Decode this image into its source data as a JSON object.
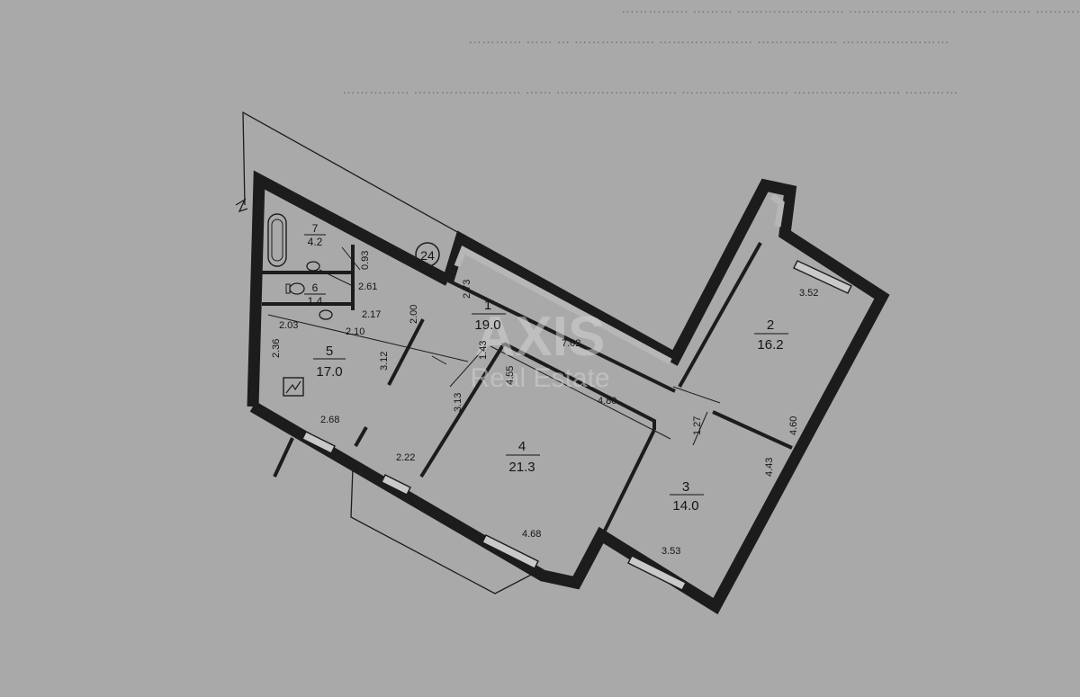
{
  "document": {
    "header_lines": [
      "…………… ……… …………………… …………………… …… ……… …………",
      "………… …… … ……………… ………………… ……………… ……………………",
      "…………… …………………… …… ……………………… …………………… …………………… …………"
    ]
  },
  "watermark": {
    "brand": "AXIS",
    "subtitle": "Real Estate"
  },
  "stair_marker": "24",
  "rooms": [
    {
      "id": "1",
      "number": "1",
      "area": "19.0"
    },
    {
      "id": "2",
      "number": "2",
      "area": "16.2"
    },
    {
      "id": "3",
      "number": "3",
      "area": "14.0"
    },
    {
      "id": "4",
      "number": "4",
      "area": "21.3"
    },
    {
      "id": "5",
      "number": "5",
      "area": "17.0"
    },
    {
      "id": "6",
      "number": "6",
      "area": "1.4"
    },
    {
      "id": "7",
      "number": "7",
      "area": "4.2"
    }
  ],
  "dimensions": {
    "d093": "0.93",
    "d261": "2.61",
    "d217": "2.17",
    "d200": "2.00",
    "d273": "2.73",
    "d203": "2.03",
    "d210": "2.10",
    "d236": "2.36",
    "d312": "3.12",
    "d143": "1.43",
    "d455": "4.55",
    "d313": "3.13",
    "d702": "7.02",
    "d480": "4.80",
    "d352": "3.52",
    "d127": "1.27",
    "d460": "4.60",
    "d443": "4.43",
    "d268": "2.68",
    "d222": "2.22",
    "d468": "4.68",
    "d353": "3.53"
  },
  "icons": {
    "electrical_panel": "electrical-panel-icon",
    "bathtub": "bathtub-icon",
    "toilet": "toilet-icon",
    "sink": "sink-icon"
  }
}
